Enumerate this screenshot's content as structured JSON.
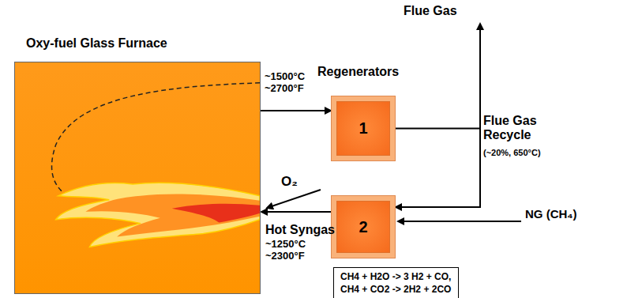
{
  "diagram": {
    "nodes": [
      {
        "text": [
          "Oxy-fuel Glass Furnace"
        ]
      },
      {
        "text": [
          "1"
        ]
      },
      {
        "text": [
          "2"
        ]
      },
      {
        "text": [
          "CH4 + H2O -> 3 H2 + CO,",
          "CH4 + CO2 -> 2H2 + 2CO"
        ]
      }
    ],
    "edges": [
      {
        "from": 0,
        "to": 1,
        "arrow": "to"
      },
      {
        "from": 1,
        "to": 2,
        "arrow": "to"
      },
      {
        "from": 2,
        "to": 0,
        "arrow": "to"
      }
    ],
    "labels": [
      "~1500°C ~2700°F",
      "Regenerators",
      "Flue Gas",
      "Flue Gas Recycle",
      "(~20%, 650°C)",
      "O₂",
      "Hot Syngas",
      "~1250°C ~2300°F",
      "NG (CH₄)"
    ]
  }
}
